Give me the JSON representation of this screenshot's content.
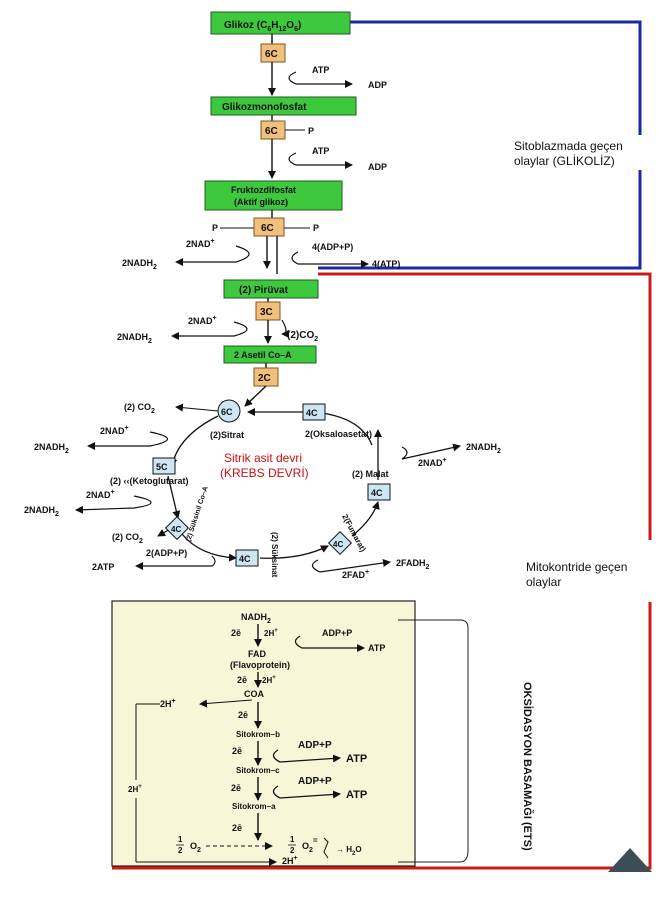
{
  "glycolysis": {
    "glucose": "Glikoz (C",
    "glucose_sub1": "6",
    "glucose_h": "H",
    "glucose_sub2": "12",
    "glucose_o": "O",
    "glucose_sub3": "6",
    "glucose_close": ")",
    "c6": "6C",
    "atp": "ATP",
    "adp": "ADP",
    "glucose_phosphate": "Glikozmonofosfat",
    "p": "P",
    "fructose_line1": "Fruktozdifosfat",
    "fructose_line2": "(Aktif glikoz)",
    "nad_plus": "2NAD",
    "plus": "+",
    "nadh": "2NADH",
    "sub2": "2",
    "adp_p": "4(ADP+P)",
    "atp4": "4(ATP)",
    "pyruvate": "(2) Pirüvat",
    "c3": "3C",
    "co2": "(2)CO",
    "acetyl": "2 Asetil Co–A",
    "c2": "2C"
  },
  "krebs": {
    "co2": "(2) CO",
    "sub2": "2",
    "nad_plus": "2NAD",
    "plus": "+",
    "nadh": "2NADH",
    "c6": "6C",
    "citrate": "(2)Sitrat",
    "c4": "4C",
    "oxaloacetate": "2(Oksaloasetat)",
    "nadh_right": "2NADH",
    "c5": "5C",
    "ketoglutarate": "(2) ‹‹(Ketoglutarat)",
    "malate": "(2) Malat",
    "succinyl": "(2) Süksinil Co–A",
    "fumarate": "2(Fumarat)",
    "succinate": "(2) Süksinat",
    "adp_p": "2(ADP+P)",
    "atp": "2ATP",
    "fadh": "2FADH",
    "fad": "2FAD",
    "center_line1": "Sitrik asit devri",
    "center_line2": "(KREBS DEVRİ)"
  },
  "ets": {
    "nadh": "NADH",
    "sub2": "2",
    "two_e": "2ē",
    "two_h": "2H",
    "plus": "+",
    "adp_p": "ADP+P",
    "atp": "ATP",
    "fad": "FAD",
    "flavoprotein": "(Flavoprotein)",
    "coa": "COA",
    "left_2h": "2H",
    "cyt_b": "Sitokrom–b",
    "cyt_c": "Sitokrom–c",
    "cyt_a": "Sitokrom–a",
    "half": "1",
    "two": "2",
    "o2": "O",
    "o2_super": "=",
    "h2o": "→ H",
    "h2o_o": "O",
    "bottom_2h": "2H",
    "side_2h": "2H",
    "stage_label": "OKSİDASYON BASAMAĞI (ETS)"
  },
  "annotations": {
    "cytoplasm_line1": "Sitoblazmada geçen",
    "cytoplasm_line2": "olaylar (GLİKOLİZ)",
    "mito_line1": "Mitokontride geçen",
    "mito_line2": "olaylar"
  },
  "colors": {
    "green_box": "#3ec83e",
    "orange_box": "#f2bf7d",
    "blue_box": "#cde6f4",
    "ets_panel": "#f9f6d8",
    "blue_bracket": "#1a2aa0",
    "red_bracket": "#cc1a1a",
    "krebs_label": "#cc1010",
    "nav_triangle": "#3d4d55"
  }
}
